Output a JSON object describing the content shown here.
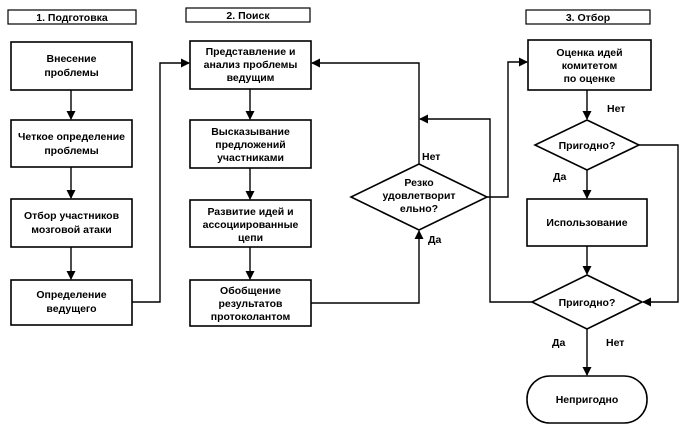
{
  "headers": {
    "col1": "1. Подготовка",
    "col2": "2. Поиск",
    "col3": "3. Отбор"
  },
  "prep": {
    "s1": [
      "Внесение",
      "проблемы"
    ],
    "s2": [
      "Четкое определение",
      "проблемы"
    ],
    "s3": [
      "Отбор участников",
      "мозговой атаки"
    ],
    "s4": [
      "Определение",
      "ведущего"
    ]
  },
  "search": {
    "s1": [
      "Представление и",
      "анализ проблемы",
      "ведущим"
    ],
    "s2": [
      "Высказывание",
      "предложений",
      "участниками"
    ],
    "s3": [
      "Развитие идей и",
      "ассоциированные",
      "цепи"
    ],
    "s4": [
      "Обобщение",
      "результатов",
      "протоколантом"
    ],
    "decision": [
      "Резко",
      "удовлетворит",
      "ельно?"
    ],
    "no_label": "Нет",
    "yes_label": "Да"
  },
  "select": {
    "s1": [
      "Оценка идей",
      "комитетом",
      "по оценке"
    ],
    "d1": "Пригодно?",
    "d1_no": "Нет",
    "d1_yes": "Да",
    "use": "Использование",
    "d2": "Пригодно?",
    "d2_yes": "Да",
    "d2_no": "Нет",
    "end": "Непригодно"
  }
}
